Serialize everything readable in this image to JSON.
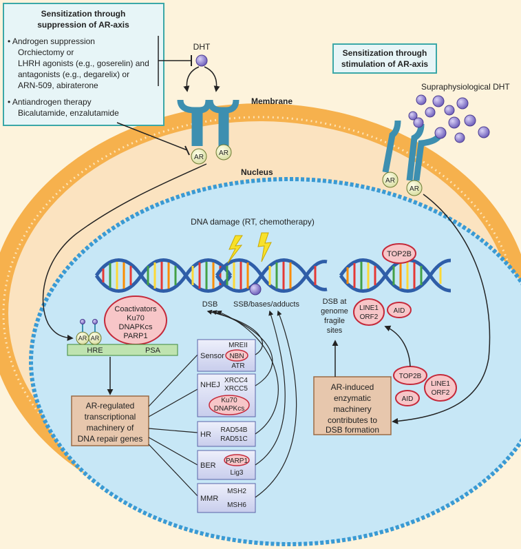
{
  "suppression_box": {
    "title_line1": "Sensitization through",
    "title_line2": "suppression of AR-axis",
    "items": [
      "• Androgen suppression",
      "Orchiectomy or",
      "LHRH agonists (e.g., goserelin) and",
      "antagonists (e.g., degarelix) or",
      "ARN-509, abiraterone",
      "• Antiandrogen therapy",
      "Bicalutamide, enzalutamide"
    ]
  },
  "stimulation_box": {
    "title_line1": "Sensitization through",
    "title_line2": "stimulation of AR-axis"
  },
  "labels": {
    "dht": "DHT",
    "membrane": "Membrane",
    "nucleus": "Nucleus",
    "supra_dht": "Supraphysiological DHT",
    "ar": "AR",
    "dna_damage": "DNA damage (RT, chemotherapy)",
    "dsb": "DSB",
    "ssb": "SSB/bases/adducts",
    "dsb_fragile": [
      "DSB at",
      "genome",
      "fragile",
      "sites"
    ],
    "hre": "HRE",
    "psa": "PSA",
    "top2b": "TOP2B",
    "line1": [
      "LINE1",
      "ORF2"
    ],
    "aid": "AID"
  },
  "coactivators": [
    "Coactivators",
    "Ku70",
    "DNAPKcs",
    "PARP1"
  ],
  "ar_regulated_box": [
    "AR-regulated",
    "transcriptional",
    "machinery of",
    "DNA repair genes"
  ],
  "ar_induced_box": [
    "AR-induced",
    "enzymatic",
    "machinery",
    "contributes to",
    "DSB formation"
  ],
  "repair_pathways": [
    {
      "name": "Sensor",
      "proteins": [
        "MREII",
        "NBN",
        "ATR"
      ],
      "highlight": "NBN"
    },
    {
      "name": "NHEJ",
      "proteins": [
        "XRCC4",
        "XRCC5",
        "Ku70",
        "DNAPKcs"
      ],
      "highlight": "Ku70/DNAPKcs"
    },
    {
      "name": "HR",
      "proteins": [
        "RAD54B",
        "RAD51C"
      ],
      "highlight": ""
    },
    {
      "name": "BER",
      "proteins": [
        "PARP1",
        "Lig3"
      ],
      "highlight": "PARP1"
    },
    {
      "name": "MMR",
      "proteins": [
        "MSH2",
        "MSH6"
      ],
      "highlight": ""
    }
  ],
  "colors": {
    "outer_bg": "#fdf3dc",
    "membrane": "#f6b14d",
    "nucleus_fill": "#c7e7f6",
    "nucleus_border": "#3a9ad3",
    "text_box_fill": "#e7f5f7",
    "text_box_border": "#3aa7a7",
    "brown_box": "#e7c7ad",
    "brown_border": "#9a6a44",
    "pink": "#f7c6c8",
    "pink_border": "#c4293a",
    "receptor": "#3d8fb0",
    "dht": "#8f7fd0"
  }
}
